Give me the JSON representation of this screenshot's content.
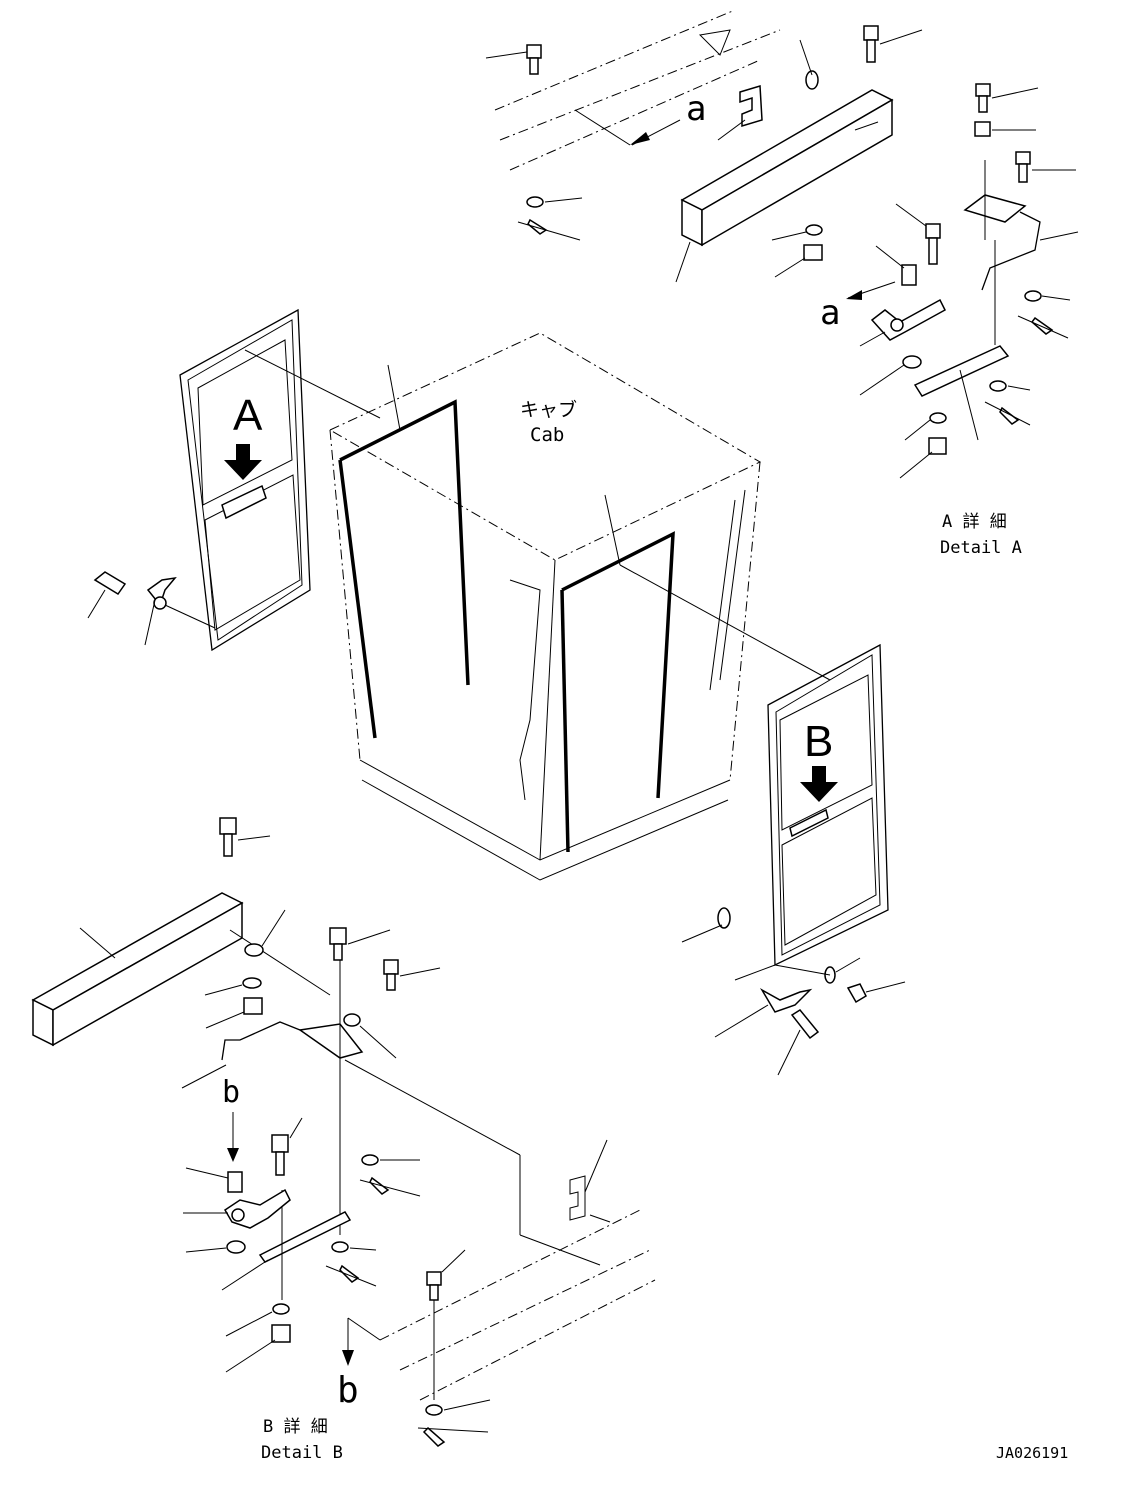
{
  "diagram": {
    "cab_label_jp": "キャブ",
    "cab_label_en": "Cab",
    "view_a_marker": "A",
    "view_b_marker": "B",
    "detail_a_jp": "A 詳 細",
    "detail_a_en": "Detail A",
    "detail_b_jp": "B 詳 細",
    "detail_b_en": "Detail B",
    "ref_a_top": "a",
    "ref_a_mid": "a",
    "ref_b_upper": "b",
    "ref_b_lower": "b",
    "drawing_id": "JA026191"
  }
}
